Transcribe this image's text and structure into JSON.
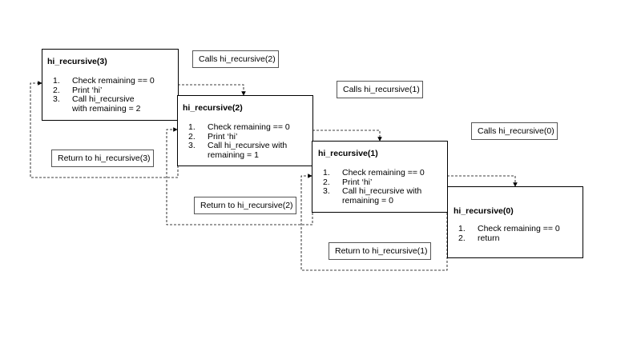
{
  "frames": [
    {
      "title": "hi_recursive(3)",
      "steps": [
        {
          "num": "1.",
          "text": "Check remaining == 0"
        },
        {
          "num": "2.",
          "text": "Print ‘hi’"
        },
        {
          "num": "3.",
          "text": "Call hi_recursive with remaining = 2"
        }
      ]
    },
    {
      "title": "hi_recursive(2)",
      "steps": [
        {
          "num": "1.",
          "text": "Check remaining == 0"
        },
        {
          "num": "2.",
          "text": "Print ‘hi’"
        },
        {
          "num": "3.",
          "text": "Call hi_recursive with remaining = 1"
        }
      ]
    },
    {
      "title": "hi_recursive(1)",
      "steps": [
        {
          "num": "1.",
          "text": "Check remaining == 0"
        },
        {
          "num": "2.",
          "text": "Print ‘hi’"
        },
        {
          "num": "3.",
          "text": "Call hi_recursive with remaining = 0"
        }
      ]
    },
    {
      "title": "hi_recursive(0)",
      "steps": [
        {
          "num": "1.",
          "text": "Check remaining == 0"
        },
        {
          "num": "2.",
          "text": "return"
        }
      ]
    }
  ],
  "call_labels": [
    "Calls hi_recursive(2)",
    "Calls hi_recursive(1)",
    "Calls hi_recursive(0)"
  ],
  "return_labels": [
    "Return to hi_recursive(3)",
    "Return to hi_recursive(2)",
    "Return to hi_recursive(1)"
  ]
}
